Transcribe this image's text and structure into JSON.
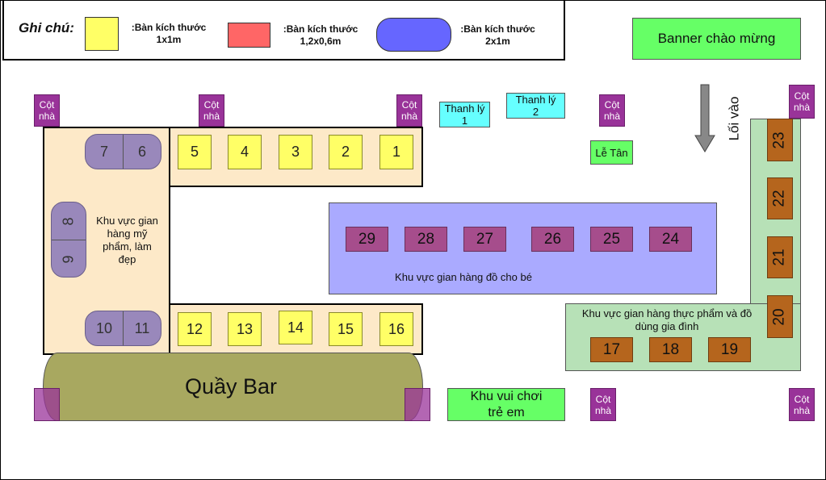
{
  "legend": {
    "title": "Ghi chú:",
    "items": [
      {
        "label_line1": ":Bàn kích thước",
        "label_line2": "1x1m",
        "color": "#ffff66"
      },
      {
        "label_line1": ":Bàn kích thước",
        "label_line2": "1,2x0,6m",
        "color": "#ff6666"
      },
      {
        "label_line1": ":Bàn kích thước",
        "label_line2": "2x1m",
        "color": "#6666ff"
      }
    ]
  },
  "banner": "Banner chào mừng",
  "pillar": {
    "line1": "Cột",
    "line2": "nhà"
  },
  "clearance": {
    "one": {
      "line1": "Thanh lý",
      "line2": "1"
    },
    "two": {
      "line1": "Thanh lý",
      "line2": "2"
    }
  },
  "reception": "Lễ Tân",
  "entrance": "Lối vào",
  "cosmetics_zone": "Khu vực gian hàng mỹ phẩm, làm đẹp",
  "baby_zone": "Khu vực gian hàng đồ cho bé",
  "food_zone": "Khu vực gian hàng thực phẩm và đồ dùng gia đình",
  "bar": "Quầy Bar",
  "playground": {
    "line1": "Khu vui chơi",
    "line2": "trẻ em"
  },
  "booths": {
    "b1": "1",
    "b2": "2",
    "b3": "3",
    "b4": "4",
    "b5": "5",
    "b6": "6",
    "b7": "7",
    "b8": "8",
    "b9": "9",
    "b10": "10",
    "b11": "11",
    "b12": "12",
    "b13": "13",
    "b14": "14",
    "b15": "15",
    "b16": "16",
    "b17": "17",
    "b18": "18",
    "b19": "19",
    "b20": "20",
    "b21": "21",
    "b22": "22",
    "b23": "23",
    "b24": "24",
    "b25": "25",
    "b26": "26",
    "b27": "27",
    "b28": "28",
    "b29": "29"
  },
  "colors": {
    "table_1x1": "#ffff66",
    "table_2x1": "#9988bb",
    "baby_booth": "#a64d8c",
    "food_booth": "#b5651d",
    "pillar": "#993399",
    "bar": "#a8a860"
  }
}
